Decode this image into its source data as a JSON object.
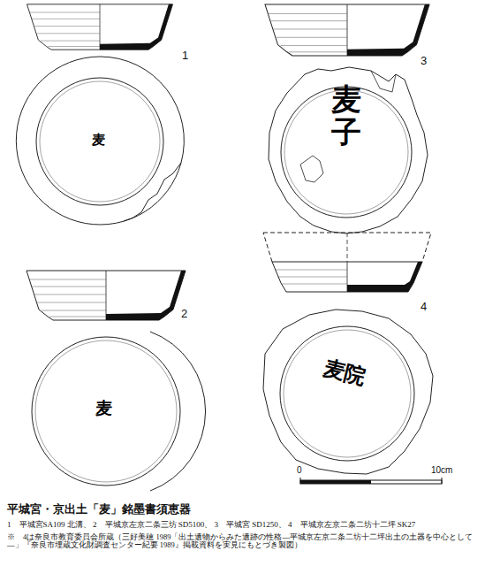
{
  "diagram": {
    "title": "平城宮・京出土「麦」銘墨書須恵器",
    "caption": "1　平城宮SA109 北溝、 2　平城京左京二条三坊 SD5100、 3　平城宮 SD1250、 4　平城京左京二条二坊十二坪 SK27",
    "labels": [
      "1",
      "麦",
      "2",
      "麦",
      "3",
      "麦子",
      "4",
      "麦院",
      "0",
      "10cm",
      "※　4は奈良市教育委員会所蔵（三好美穂 1989「出土遺物からみた遺跡の性格―平城京左京二条二坊十二坪出土の土器を中心として―」『奈良市埋蔵文化財調査センター紀要 1989』掲載資料を実見にもとづき製図）"
    ]
  }
}
